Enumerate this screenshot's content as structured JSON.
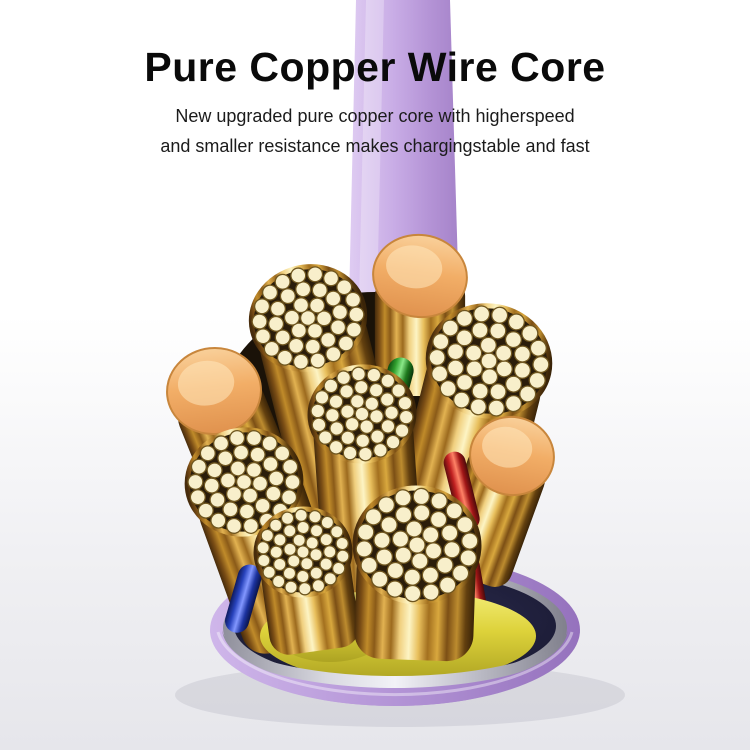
{
  "header": {
    "title": "Pure Copper Wire Core",
    "subtitle_line1": "New upgraded pure copper core with higherspeed",
    "subtitle_line2": "and smaller resistance makes chargingstable and fast"
  },
  "colors": {
    "cable_purple": "#c0a3e0",
    "copper_gold": "#d9a23f",
    "strand_cream": "#f8efcb",
    "filler_yellow": "#ddd23a",
    "wire_green": "#2f9e2d",
    "wire_red": "#c02020",
    "wire_blue": "#2742bb"
  },
  "illustration": {
    "label": "Cut purple cable cross-section revealing copper wire bundles",
    "bundle_count": 9,
    "strand_face_count": 6,
    "plain_face_count": 3,
    "visible_elements": [
      "purple outer jacket",
      "copper wire bundles",
      "multi-strand cut faces",
      "green insulated wire",
      "red insulated wire",
      "blue insulated wire",
      "yellow filler"
    ]
  }
}
